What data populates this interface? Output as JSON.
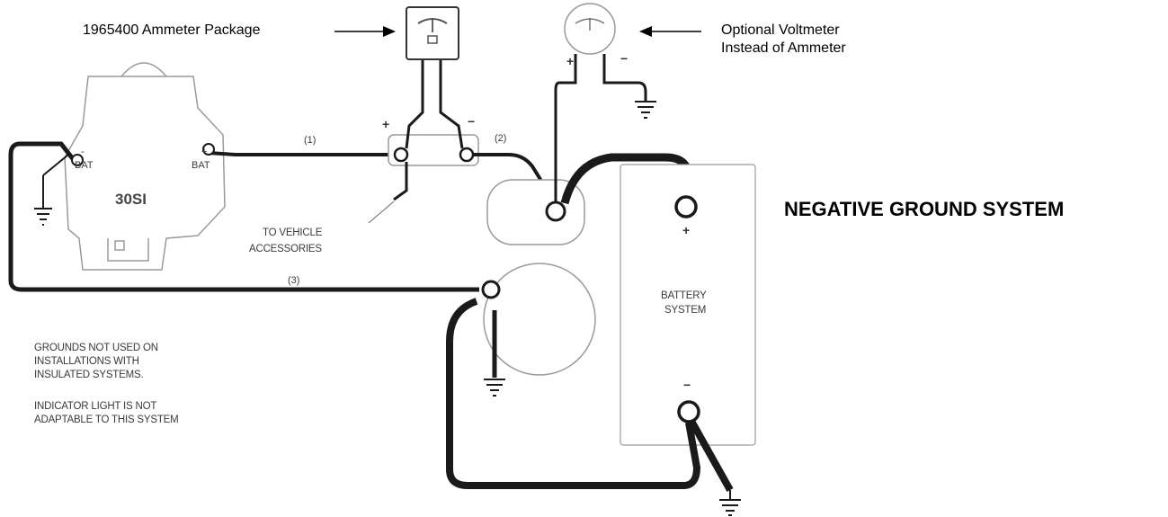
{
  "callouts": {
    "ammeter_package": "1965400 Ammeter Package",
    "voltmeter_line1": "Optional Voltmeter",
    "voltmeter_line2": "Instead of Ammeter"
  },
  "heading": "NEGATIVE GROUND SYSTEM",
  "alternator": {
    "model": "30SI",
    "terminal_neg_label": "BAT",
    "terminal_pos_label": "BAT",
    "neg_sign": "-",
    "pos_sign": "+"
  },
  "wires": {
    "wire1": "(1)",
    "wire2": "(2)",
    "wire3": "(3)"
  },
  "accessories": {
    "line1": "TO VEHICLE",
    "line2": "ACCESSORIES"
  },
  "ammeter_signs": {
    "plus": "+",
    "minus": "−"
  },
  "voltmeter_signs": {
    "plus": "+",
    "minus": "−"
  },
  "battery": {
    "line1": "BATTERY",
    "line2": "SYSTEM",
    "plus": "+",
    "minus": "−"
  },
  "notes": {
    "grounds_line1": "GROUNDS NOT USED ON",
    "grounds_line2": "INSTALLATIONS WITH",
    "grounds_line3": "INSULATED SYSTEMS.",
    "indicator_line1": "INDICATOR LIGHT IS NOT",
    "indicator_line2": "ADAPTABLE TO THIS SYSTEM"
  },
  "colors": {
    "wire": "#1a1a1a",
    "outline": "#9a9a9a",
    "text": "#000000"
  }
}
